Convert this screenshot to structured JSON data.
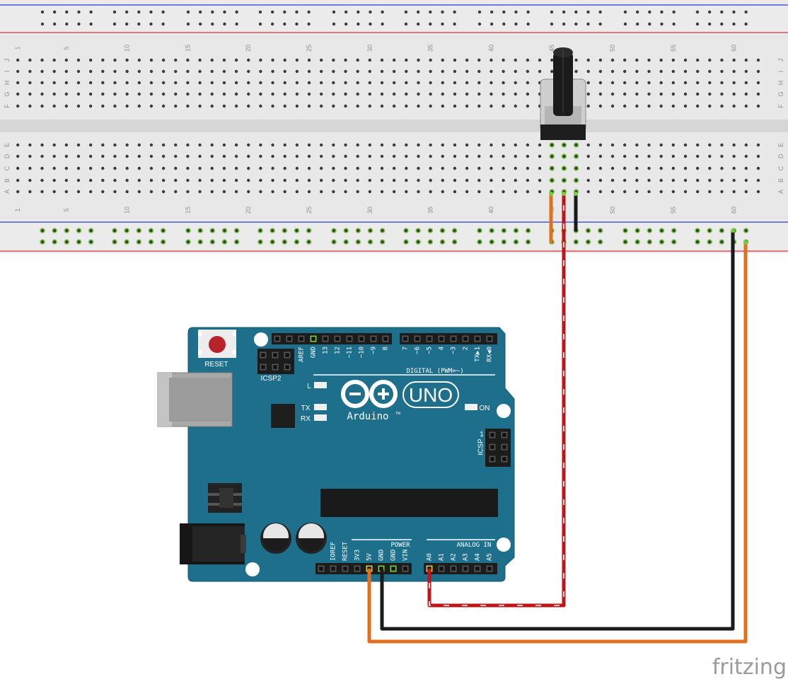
{
  "breadboard": {
    "column_labels": [
      "1",
      "5",
      "10",
      "15",
      "20",
      "25",
      "30",
      "35",
      "40",
      "45",
      "50",
      "55",
      "60"
    ],
    "row_labels_top": [
      "J",
      "I",
      "H",
      "G",
      "F"
    ],
    "row_labels_bottom": [
      "E",
      "D",
      "C",
      "B",
      "A"
    ]
  },
  "arduino": {
    "reset_label": "RESET",
    "icsp2_label": "ICSP2",
    "icsp_label": "ICSP",
    "icsp_pin1": "1",
    "digital_label": "DIGITAL (PWM=~)",
    "digital_pins": [
      "AREF",
      "GND",
      "13",
      "12",
      "~11",
      "~10",
      "~9",
      "8",
      "7",
      "~6",
      "~5",
      "4",
      "~3",
      "2",
      "TX▶1",
      "RX◀0"
    ],
    "l_label": "L",
    "tx_label": "TX",
    "rx_label": "RX",
    "on_label": "ON",
    "uno_label": "UNO",
    "brand_label": "Arduino",
    "tm_label": "TM",
    "power_label": "POWER",
    "power_pins": [
      "IOREF",
      "RESET",
      "3V3",
      "5V",
      "GND",
      "GND",
      "VIN"
    ],
    "analog_label": "ANALOG IN",
    "analog_pins": [
      "A0",
      "A1",
      "A2",
      "A3",
      "A4",
      "A5"
    ]
  },
  "watermark": "fritzing",
  "colors": {
    "board_blue": "#1d6f8c",
    "wire_red": "#c0141a",
    "wire_orange": "#e0701e",
    "wire_black": "#1a1a1a",
    "rail_blue": "#2b3bd0",
    "rail_red": "#d0343a"
  }
}
